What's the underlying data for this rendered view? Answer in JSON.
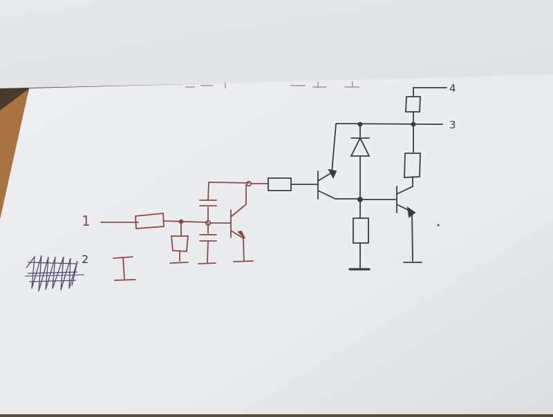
{
  "diagram": {
    "terminals": {
      "t1": "1",
      "t2": "2",
      "t3": "3",
      "t4": "4"
    },
    "ink_colors": {
      "brown": "#8a4a44",
      "dark": "#3a3a42",
      "scribble": "#4a4a6a"
    }
  }
}
